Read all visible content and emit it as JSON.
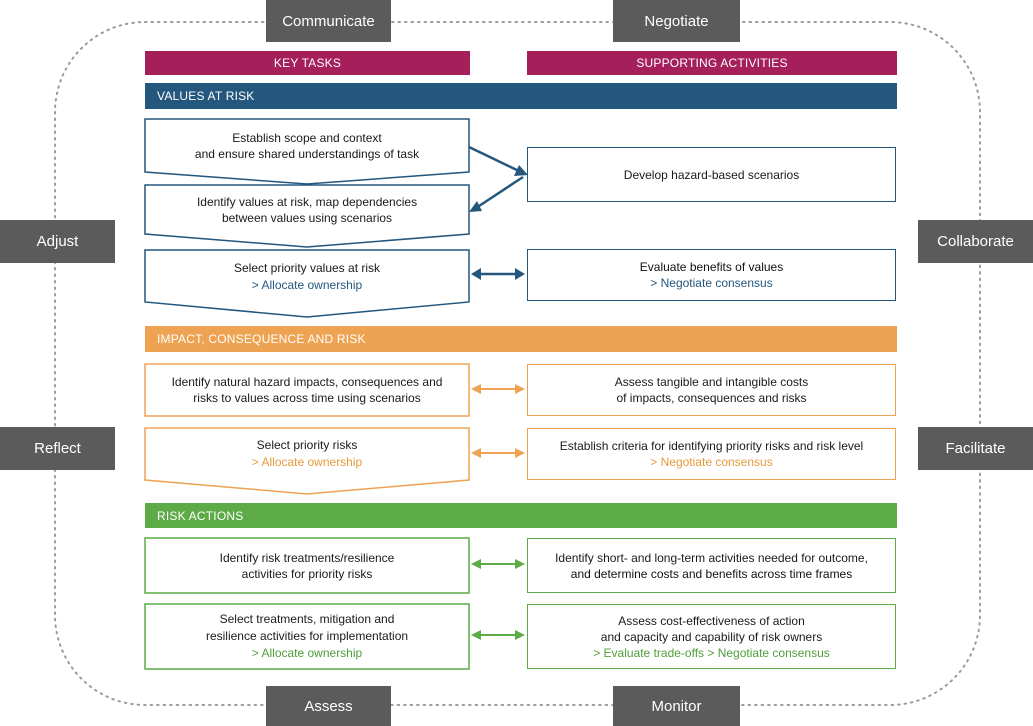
{
  "outer": {
    "communicate": "Communicate",
    "negotiate": "Negotiate",
    "adjust": "Adjust",
    "collaborate": "Collaborate",
    "reflect": "Reflect",
    "facilitate": "Facilitate",
    "assess": "Assess",
    "monitor": "Monitor"
  },
  "columns": {
    "key_tasks": "KEY TASKS",
    "supporting": "SUPPORTING ACTIVITIES"
  },
  "values_at_risk": {
    "title": "VALUES AT RISK",
    "task1": {
      "line1": "Establish scope and context",
      "line2": "and ensure shared understandings of task"
    },
    "task2": {
      "line1": "Identify values at risk, map dependencies",
      "line2": "between values using scenarios"
    },
    "task3": {
      "line1": "Select priority values at risk",
      "line2": "> Allocate ownership"
    },
    "support1": {
      "line1": "Develop hazard-based scenarios"
    },
    "support2": {
      "line1": "Evaluate benefits of values",
      "line2": "> Negotiate consensus"
    }
  },
  "impact": {
    "title": "IMPACT, CONSEQUENCE AND RISK",
    "task1": {
      "line1": "Identify natural hazard impacts, consequences and",
      "line2": "risks to values across time using scenarios"
    },
    "task2": {
      "line1": "Select priority risks",
      "line2": "> Allocate ownership"
    },
    "support1": {
      "line1": "Assess tangible and intangible costs",
      "line2": "of impacts, consequences and risks"
    },
    "support2": {
      "line1": "Establish criteria for identifying priority risks and risk level",
      "line2": "> Negotiate consensus"
    }
  },
  "risk_actions": {
    "title": "RISK ACTIONS",
    "task1": {
      "line1": "Identify risk treatments/resilience",
      "line2": "activities for priority risks"
    },
    "task2": {
      "line1": "Select treatments, mitigation and",
      "line2": "resilience activities for implementation",
      "line3": "> Allocate ownership"
    },
    "support1": {
      "line1": "Identify short- and long-term activities needed for outcome,",
      "line2": "and determine costs and benefits across time frames"
    },
    "support2": {
      "line1": "Assess cost-effectiveness of action",
      "line2": "and capacity and capability of risk owners",
      "line3": "> Evaluate trade-offs > Negotiate consensus"
    }
  },
  "colors": {
    "blue": "#24577e",
    "orange": "#eda352",
    "green": "#5cab46",
    "magenta": "#a51f5b",
    "grey": "#5b5b5c"
  }
}
